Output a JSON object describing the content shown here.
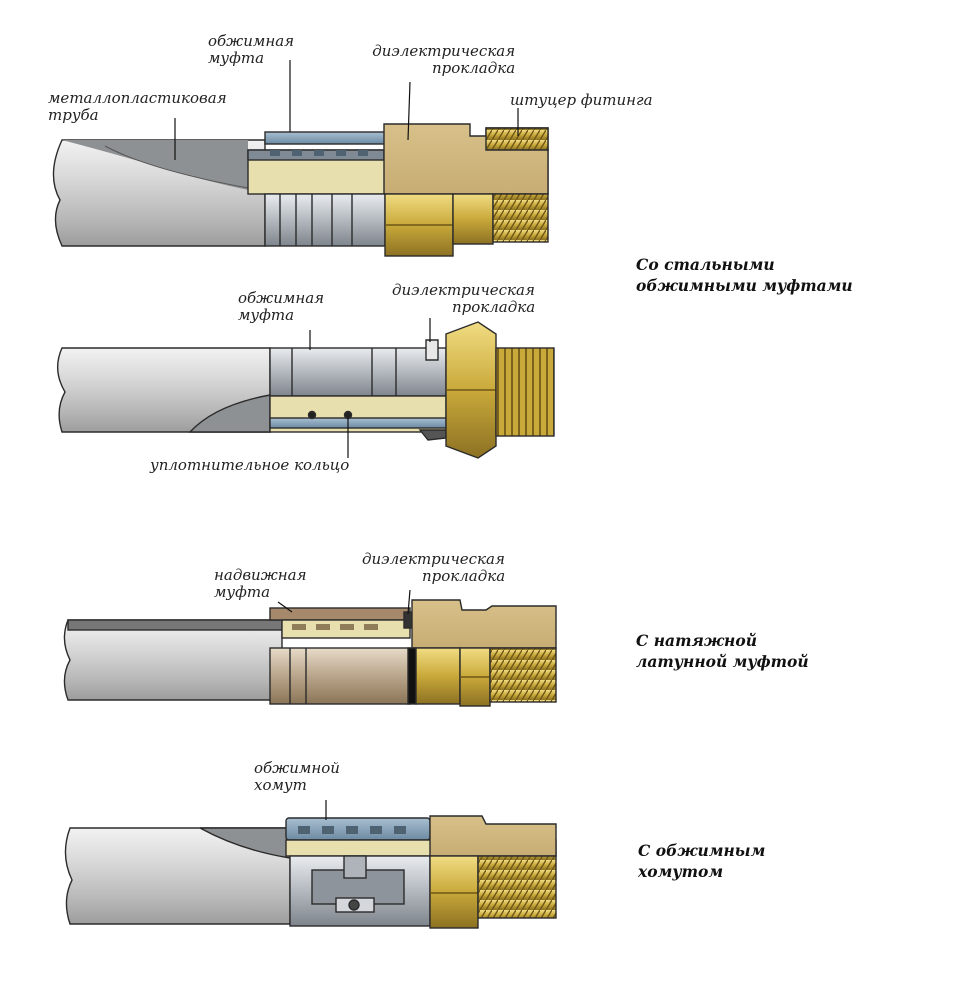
{
  "fig1": {
    "labels": {
      "crimp_sleeve": [
        "обжимная",
        "муфта"
      ],
      "dielectric_gasket": [
        "диэлектрическая",
        "прокладка"
      ],
      "mp_pipe": [
        "металлопластиковая",
        "труба"
      ],
      "fitting_nipple": "штуцер фитинга"
    }
  },
  "fig2": {
    "labels": {
      "crimp_sleeve": [
        "обжимная",
        "муфта"
      ],
      "dielectric_gasket": [
        "диэлектрическая",
        "прокладка"
      ],
      "o_ring": "уплотнительное кольцо"
    }
  },
  "fig3": {
    "labels": {
      "push_sleeve": [
        "надвижная",
        "муфта"
      ],
      "dielectric_gasket": [
        "диэлектрическая",
        "прокладка"
      ]
    }
  },
  "fig4": {
    "labels": {
      "crimp_clamp": [
        "обжимной",
        "хомут"
      ]
    }
  },
  "captions": {
    "steel": [
      "Со стальными",
      "обжимными муфтами"
    ],
    "brass": [
      "С натяжной",
      "латунной муфтой"
    ],
    "clamp": [
      "С обжимным",
      "хомутом"
    ]
  },
  "colors": {
    "brass": "#c8a93c",
    "steel": "#b8bcc2",
    "pipe": "#cfd0d1",
    "bronze": "#a5896a",
    "outline": "#2b2b2b"
  }
}
